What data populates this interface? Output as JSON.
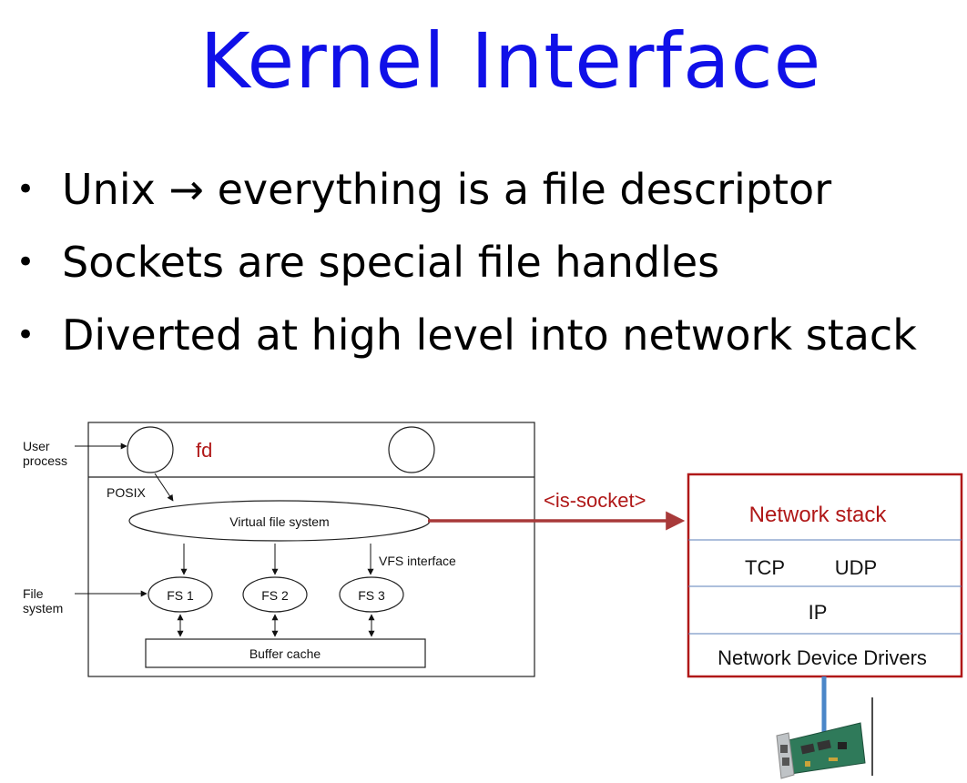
{
  "title": "Kernel Interface",
  "bullets": [
    {
      "text": "Unix → everything is a file descriptor"
    },
    {
      "text": "Sockets are special file handles"
    },
    {
      "text": "Diverted at high level into network stack"
    }
  ],
  "diagram": {
    "user_process_label_1": "User",
    "user_process_label_2": "process",
    "fd_label": "fd",
    "posix_label": "POSIX",
    "vfs_label": "Virtual file system",
    "vfs_interface_label": "VFS interface",
    "file_system_label_1": "File",
    "file_system_label_2": "system",
    "fs1": "FS 1",
    "fs2": "FS 2",
    "fs3": "FS 3",
    "buffer_cache": "Buffer cache",
    "is_socket_label": "<is-socket>"
  },
  "network_stack": {
    "title": "Network stack",
    "tcp": "TCP",
    "udp": "UDP",
    "ip": "IP",
    "drivers": "Network Device Drivers"
  },
  "colors": {
    "title": "#1010e8",
    "accent_red": "#b01818",
    "arrow_red": "#a83a3a",
    "divider_blue": "#5b7fb8",
    "cable_blue": "#4a86c8"
  }
}
